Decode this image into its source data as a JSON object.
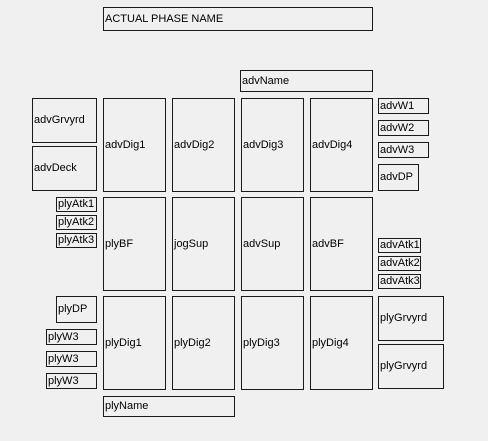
{
  "phase": {
    "title": "ACTUAL PHASE NAME"
  },
  "adversary": {
    "name": "advName",
    "graveyard": "advGrvyrd",
    "deck": "advDeck",
    "digs": [
      "advDig1",
      "advDig2",
      "advDig3",
      "advDig4"
    ],
    "weapons": [
      "advW1",
      "advW2",
      "advW3"
    ],
    "dp": "advDP",
    "support": "advSup",
    "bf": "advBF",
    "attacks": [
      "advAtk1",
      "advAtk2",
      "advAtk3"
    ]
  },
  "center": {
    "jog_support": "jogSup"
  },
  "player": {
    "name": "plyName",
    "attacks": [
      "plyAtk1",
      "plyAtk2",
      "plyAtk3"
    ],
    "bf": "plyBF",
    "dp": "plyDP",
    "weapons": [
      "plyW3",
      "plyW3",
      "plyW3"
    ],
    "digs": [
      "plyDig1",
      "plyDig2",
      "plyDig3",
      "plyDig4"
    ],
    "graveyards": [
      "plyGrvyrd",
      "plyGrvyrd"
    ]
  }
}
